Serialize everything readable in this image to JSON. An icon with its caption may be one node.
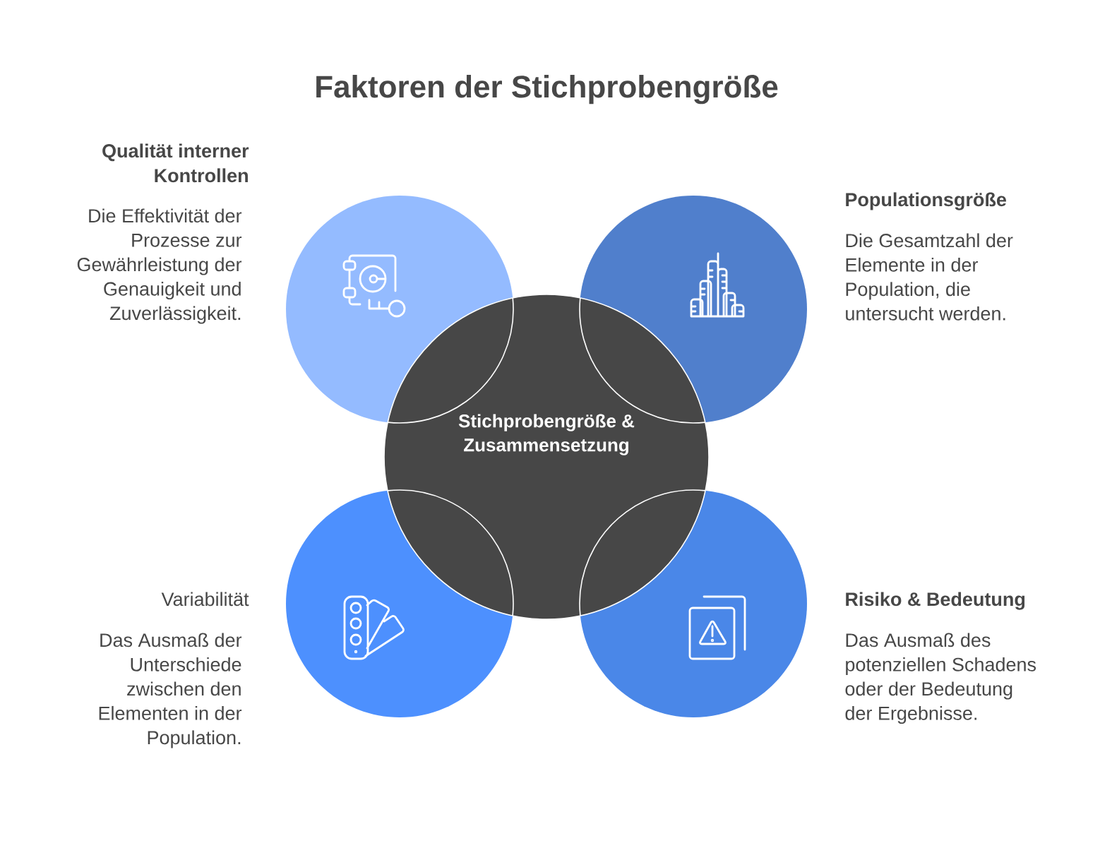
{
  "diagram": {
    "title": "Faktoren der Stichprobengröße",
    "nodes": [
      {
        "text": [],
        "shape": "circle",
        "beside": [
          "Qualität interner Kontrollen",
          "Die Effektivität der Prozesse zur Gewährleistung der Genauigkeit und Zuverlässigkeit."
        ]
      },
      {
        "text": [],
        "shape": "circle",
        "beside": [
          "Populationsgröße",
          "Die Gesamtzahl der Elemente in der Population, die untersucht werden."
        ]
      },
      {
        "text": [
          "Stichprobengröße & Zusammensetzung"
        ]
      },
      {
        "text": [],
        "shape": "circle",
        "beside": [
          "Variabilität",
          "Das Ausmaß der Unterschiede zwischen den Elementen in der Population."
        ]
      },
      {
        "text": [],
        "shape": "circle",
        "beside": [
          "Risiko & Bedeutung",
          "Das Ausmaß des potenziellen Schadens oder der Bedeutung der Ergebnisse."
        ]
      }
    ]
  }
}
